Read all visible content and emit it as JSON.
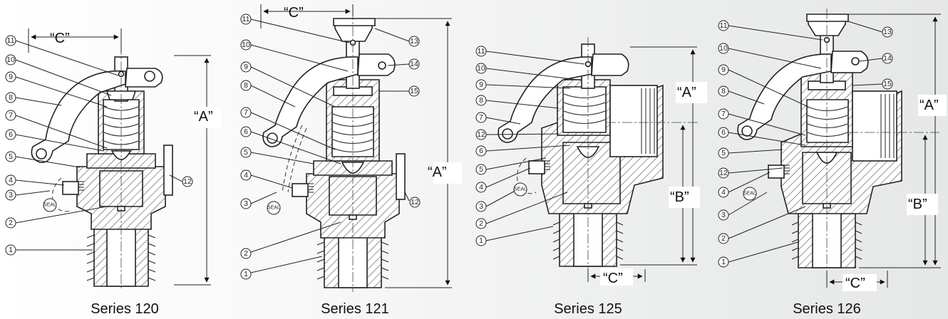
{
  "captions": [
    "Series 120",
    "Series 121",
    "Series 125",
    "Series 126"
  ],
  "dimension_labels": {
    "a": "“A”",
    "b": "“B”",
    "c": "“C”"
  },
  "seal_label": "SEAL",
  "part_numbers": [
    "1",
    "2",
    "3",
    "4",
    "5",
    "6",
    "7",
    "8",
    "9",
    "10",
    "11",
    "12",
    "13",
    "14",
    "15"
  ]
}
